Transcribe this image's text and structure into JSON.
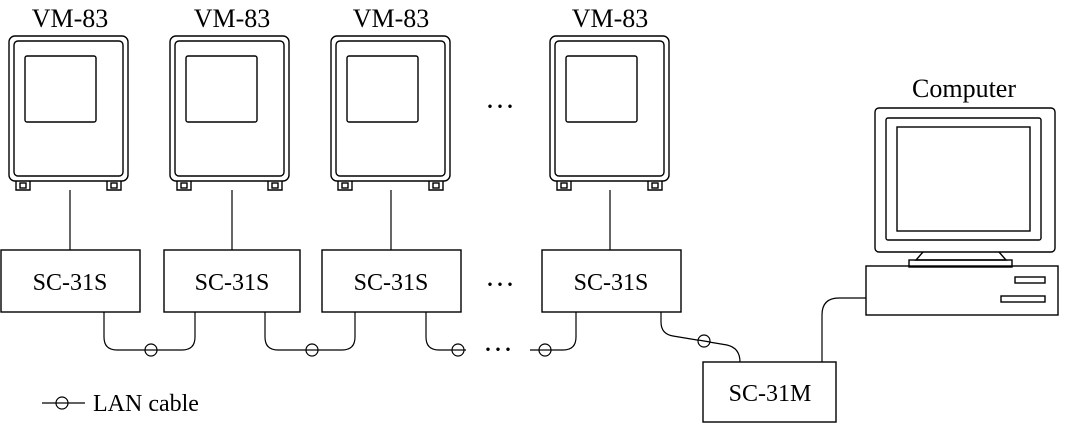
{
  "meters": [
    {
      "label": "VM-83"
    },
    {
      "label": "VM-83"
    },
    {
      "label": "VM-83"
    },
    {
      "label": "VM-83"
    }
  ],
  "slave_units": [
    {
      "label": "SC-31S"
    },
    {
      "label": "SC-31S"
    },
    {
      "label": "SC-31S"
    },
    {
      "label": "SC-31S"
    }
  ],
  "master_unit": {
    "label": "SC-31M"
  },
  "computer": {
    "label": "Computer"
  },
  "legend": {
    "label": "LAN cable"
  },
  "ellipsis": "···"
}
